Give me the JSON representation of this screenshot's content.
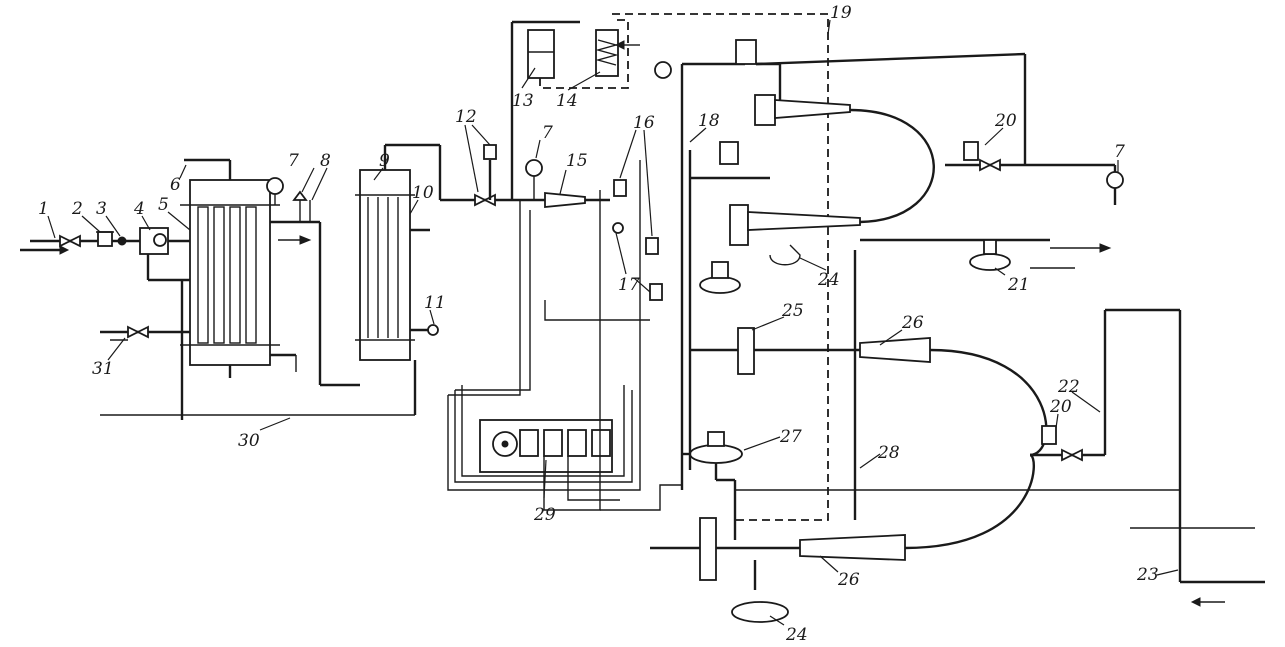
{
  "labels": [
    {
      "id": "1",
      "text": "1"
    },
    {
      "id": "2",
      "text": "2"
    },
    {
      "id": "3",
      "text": "3"
    },
    {
      "id": "4",
      "text": "4"
    },
    {
      "id": "5",
      "text": "5"
    },
    {
      "id": "6",
      "text": "6"
    },
    {
      "id": "7a",
      "text": "7"
    },
    {
      "id": "8",
      "text": "8"
    },
    {
      "id": "9",
      "text": "9"
    },
    {
      "id": "10",
      "text": "10"
    },
    {
      "id": "11",
      "text": "11"
    },
    {
      "id": "12",
      "text": "12"
    },
    {
      "id": "13",
      "text": "13"
    },
    {
      "id": "14",
      "text": "14"
    },
    {
      "id": "7b",
      "text": "7"
    },
    {
      "id": "15",
      "text": "15"
    },
    {
      "id": "16",
      "text": "16"
    },
    {
      "id": "17",
      "text": "17"
    },
    {
      "id": "18",
      "text": "18"
    },
    {
      "id": "19",
      "text": "19"
    },
    {
      "id": "20a",
      "text": "20"
    },
    {
      "id": "7c",
      "text": "7"
    },
    {
      "id": "21",
      "text": "21"
    },
    {
      "id": "24a",
      "text": "24"
    },
    {
      "id": "25",
      "text": "25"
    },
    {
      "id": "26a",
      "text": "26"
    },
    {
      "id": "22",
      "text": "22"
    },
    {
      "id": "20b",
      "text": "20"
    },
    {
      "id": "27",
      "text": "27"
    },
    {
      "id": "28",
      "text": "28"
    },
    {
      "id": "29",
      "text": "29"
    },
    {
      "id": "30",
      "text": "30"
    },
    {
      "id": "31",
      "text": "31"
    },
    {
      "id": "26b",
      "text": "26"
    },
    {
      "id": "23",
      "text": "23"
    },
    {
      "id": "24b",
      "text": "24"
    }
  ]
}
